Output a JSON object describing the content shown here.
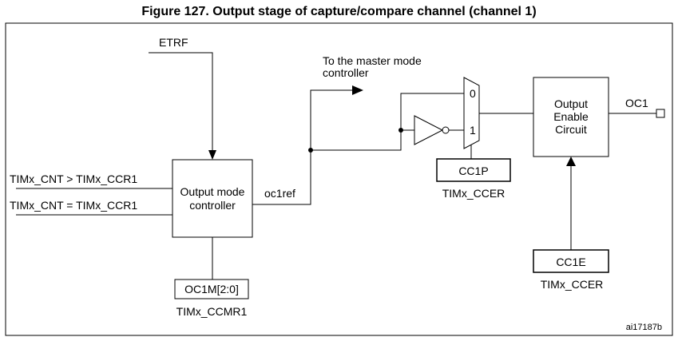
{
  "figure": {
    "title": "Figure 127. Output stage of capture/compare channel (channel 1)",
    "id": "ai17187b"
  },
  "signals": {
    "etrf": "ETRF",
    "cnt_gt": "TIMx_CNT > TIMx_CCR1",
    "cnt_eq": "TIMx_CNT = TIMx_CCR1",
    "oc1ref": "oc1ref",
    "master_line1": "To the master mode",
    "master_line2": "controller",
    "oc1": "OC1"
  },
  "blocks": {
    "output_mode_line1": "Output mode",
    "output_mode_line2": "controller",
    "oc1m": "OC1M[2:0]",
    "timx_ccmr1": "TIMx_CCMR1",
    "cc1p": "CC1P",
    "timx_ccer_1": "TIMx_CCER",
    "output_enable_line1": "Output",
    "output_enable_line2": "Enable",
    "output_enable_line3": "Circuit",
    "cc1e": "CC1E",
    "timx_ccer_2": "TIMx_CCER"
  },
  "mux": {
    "input0": "0",
    "input1": "1"
  }
}
